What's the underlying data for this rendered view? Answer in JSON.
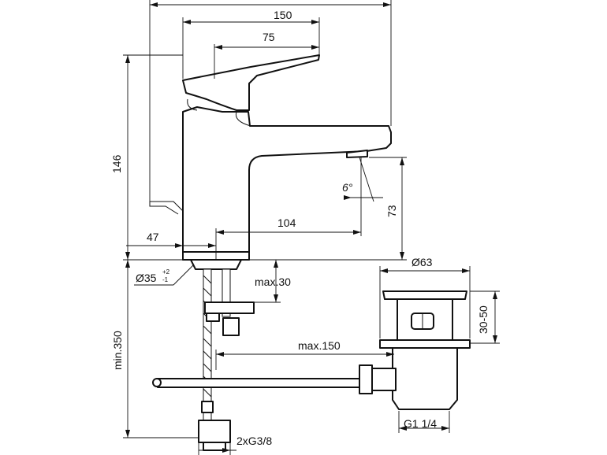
{
  "dimensions": {
    "total_length": "150",
    "lever_length": "75",
    "total_height": "146",
    "spout_height": "73",
    "spout_reach": "104",
    "base_offset": "47",
    "spout_angle": "6°",
    "hole_diameter_main": "Ø35",
    "hole_tol_plus": "+2",
    "hole_tol_minus": "-1",
    "deck_thickness": "max.30",
    "tie_rod": "max.150",
    "drain_head": "Ø63",
    "drain_range": "30-50",
    "drain_thread": "G1 1/4",
    "min_depth": "min.350",
    "hose_thread": "2xG3/8"
  },
  "colors": {
    "line": "#111111",
    "background": "#ffffff"
  }
}
